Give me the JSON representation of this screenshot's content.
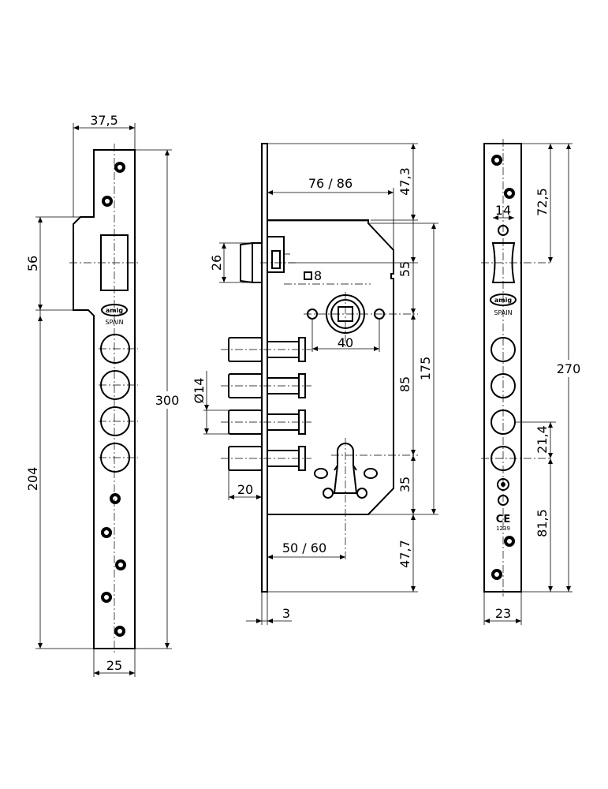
{
  "dimensions": {
    "strike_width": "37,5",
    "strike_notch_height": "56",
    "strike_height": "300",
    "strike_lower": "204",
    "strike_bottom_width": "25",
    "case_width": "76 / 86",
    "top_offset": "47,3",
    "latch_height": "26",
    "latch_to_follower": "55",
    "square_follower": "8",
    "screw_spacing": "40",
    "bolt_diameter": "Ø14",
    "follower_to_cylinder": "85",
    "case_height": "175",
    "bolt_throw": "20",
    "cylinder_to_bottom": "35",
    "backset": "50 / 60",
    "bottom_offset": "47,7",
    "faceplate_thickness": "3",
    "faceplate_top": "72,5",
    "faceplate_latch_width": "14",
    "faceplate_height": "270",
    "faceplate_bolt": "21,4",
    "faceplate_bottom": "81,5",
    "faceplate_width": "23"
  },
  "markings": {
    "brand": "amig",
    "country_strike": "SPAIN",
    "country_faceplate": "SPAIN",
    "ce_mark": "CE",
    "cert_number": "1239"
  }
}
